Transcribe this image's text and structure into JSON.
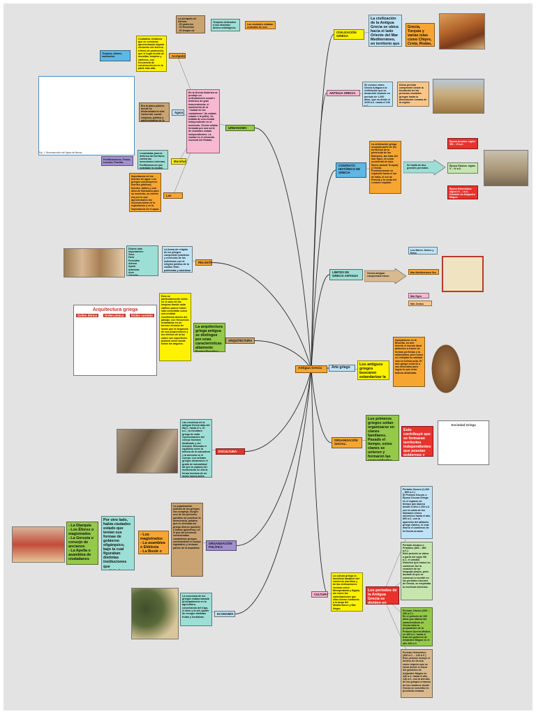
{
  "center": {
    "label": "Antigua Grecia"
  },
  "nodes": {
    "civilizacion": {
      "label": "CIVILIZACIÓN\nGRIEGA",
      "text": "La civilización de la Antigua Grecia se ubica hacia el lado Oriente del Mar Mediterráneo, en territorio que está ocupados hoy por:",
      "places": "Grecia, Turquía y varias islas como Chipre, Creta, Rodas, y Sicilia (Italia)."
    },
    "antigua": {
      "label": "ANTIGUA GRECIA",
      "text": "Se conoce como Grecia Antigua a la civilización que se desarrolló durante un periodo de 1.000 años, que va desde el 1100 a.C. hasta el 146 a.C.",
      "detail": "Dicho periodo comprende desde la fundación de las primeras ciudades griegas hasta la dominación romana de la región."
    },
    "contexto": {
      "label": "CONTEXTO\nHISTÓRICO DE\nGRECIA",
      "text": "La civilización griega ocupaba parte de los territorios de la península de los Balcanes, las islas del mar Egeo, la costa occidental de Asia Menor (actual Turquía) y Grecia. Posteriormente se expandió hacia el sur de Italia, el sur de Francia y la costa del Levante español.",
      "arrow": "Se habla de dos grandes periodos:",
      "arcaica": "Época Arcaica: siglos VIII – VI a.C.",
      "clasica": "Época Clásica: siglos V – IV a.C.",
      "helenistica": "Época Helenística: siglos IV – I a.C. Dominio de Alejandro Magno."
    },
    "limites": {
      "label": "LÍMITES DE\nGRECIA ANTIGUA",
      "arrow": "Grecia antigua comprendía estos:",
      "jonico": "Los Mares Jónico y Egeo",
      "medit": "Mar Mediterráneo Sur",
      "egeo": "Mar Egeo Este",
      "jonicoO": "Mar Jónico Oeste"
    },
    "arte": {
      "label": "Arte griego",
      "text": "Los antiguos griegos buscaron estandarizar la belleza ideal.",
      "detail": "Apoyándose en la filosofía, su arte intentó el mundo ideal platónico a través de formas perfectas y la matemática, pero estos no reflejaba la realidad sino la belleza pura. El arte griego recurrió a sus desnudos para lograr lo que sería belleza idealizada."
    },
    "organizacion": {
      "label": "ORGANIZACIÓN\nSOCIAL:",
      "text": "Los primeros griegos solían organizarse en clanes familiares. Pasado el tiempo, estos clanes se unieron y formaron las comunidades que se convirtieron en las ciudades estado. Las ciudades estado también eran ciudades de los vecinos.",
      "detail": "Esto contribuyó que se formaran territorios independientes que poseían gobiernos y leyes propias, denominados polis.",
      "diagram_title": "Sociedad Griega"
    },
    "cultura": {
      "label": "CULTURA",
      "text": "La cultura griega se benefició bastante del comercio marítimo y de las civilizaciones vecinas como Mesopotamia y Egipto, así como las colonizaciones que ellos fueron fundando a lo largo del Mediterráneo y Mar Negro.",
      "periodos": "Los periodos de la Antigua Grecia se dividen en cuatro grandes etapas.",
      "p1": "Periodo Oscuro (1.200 – 800 a.C.)\nEl Periodo Oscuro o Época Oscura Griega es el espacio de tiempo que abarcó desde el año 1.200 a.C. con la caída de los llamados reinos micénicos hasta el año 800 a.C. con la aparición del alfabeto griego clásico, lo cual marcó el comienzo de la Grecia arcaica.",
      "p2": "Periodo Arcaico o Primitivo (800 – 500 a.C.)\nEste período se ubica a partir del siglo VIII a.C. el cambio histórico que marcó su comienzo fue la creación de un lenguaje propio, pues durante la que se comenzó a escribir en los periodos oscuros de Grecia, se empleaba la escritura micénica.",
      "p3": "Periodo Clásico (500 – 336 a.C.)\nEn el período de 150 años que abarca las características de Grecia data la preparación de la Primera Guerra Médica en 490 a.C. hasta el final del gobierno de Alejandro Magno en el año 336 a.C.",
      "p4": "Periodo Helenístico (336 a.C. – 146 a.C.)\nEste periodo incluye el declive de Grecia como imperio que se inicia desde el inicio del gobierno de Alejandro Magno en 336 a.C. hasta el año 146 a.C. con la derrota de los griegos a manos de los romanos desde Grecia se convirtió en provincia romana."
    },
    "economia": {
      "label": "ECONOMÍA",
      "text": "La economía de los griegos estaba basada principalmente en la agricultura, cosechando del trigo, el olivo y la vid, aparte de recoger distintas frutas y hortalizas."
    },
    "politica": {
      "label": "ORGANIZACIÓN\nPOLÍTICA",
      "text": "La organización política de los griegos era compleja. Surgen uno de los primeros partidos de practicar la democracia, palabra que es derivada del griego dêmos (pueblo) y kratos (gobierno), en el que las personas consideradas ciudadanos griegos conformaban el cuerpo legislativo y lecturas partes de la asamblea.",
      "magis": "- Los magistrados\n- La asamblea o Ekklesia\n- La Boulé o consejo de los 500",
      "polis": "Por otro lado, había ciudades estado que tenían sus formas de gobierno oligárquico, bajo la cual figuraban distintas instituciones que participaban en el gobierno.",
      "list": "- La Diarquía\n- Los Éforos o magistrados\n- La Gerusía o consejo de ancianos\n- La Apella o asamblea de ciudadanos"
    },
    "escultura": {
      "label": "ESCULTURA GRIEGA",
      "text": "Las escultura de la antigua Grecia data del IIIa.C. hasta el s. XI a.C., la escultura griega de cada representación del cuerpo humano idealizado y del humano. Buscaba el equilibrio entre la belleza de la naturaleza y la armonía en el cuerpo. Los artistas griegos alcanzaron el grado de naturalidad tal que la captura del movimiento en ella la forma humana de un modo nunca antes visto y que se ha copiado hasta."
    },
    "arquitectura": {
      "label": "ARQUITECTURA",
      "text": "La arquitectura griega antigua se distingue por unas características altamente formalizadas, tanto en estructura como en decoración.",
      "side": "Esto se particularmente cierto en el caso de los templos donde cada edificio parece haber sido concebido como una entidad escultórica dentro del paisaje, con frecuencia levantados en un terreno elevado de modo que la elegancia de sus proporciones y los efectos de la luz sobre sus superficies pudiera verse desde todos los ángulos.",
      "poster_title": "Arquitectura griega",
      "poster_a": "Orden dórico",
      "poster_b": "Orden jónico",
      "poster_c": "Orden corintio"
    },
    "religion": {
      "label": "RELIGIÓN",
      "text": "La forma de religión de los griegos comprende prácticas y creencias de los individuos con la religión pública de la ciudad. Eran politeístas y adoraban a multitud de dioses y fuerzas asociadas a la naturaleza.",
      "gods": "Dioses más importantes:\nZeus\nHera\nPoseidón\nAtenea\nApolo\nArtemisa\nAres\nAfrodita"
    },
    "urbanismo": {
      "label": "URBANISMO GRIEGO",
      "text": "En la Grecia histórica se produjo un ordenamiento social e histórico de gran trascendencia: el nacimiento de la \"ciudad de los ciudadanos\" (la ciudad-estado o la polis). Se trataba de una ciudad independiente en el momento. Grecia estaba formada por una serie de ciudades estado independientes. La ciudad es el elemento esencial del Estado.",
      "top_a": "La acrópolis de Atenas:\n- El partenón\n- El Erecteión\n- El templo de Atenea",
      "top_b": "Templos dedicados a sus distintos dioses mitológicos.",
      "top_c": "Las ciudades estaban rodeadas de una muralla.",
      "acro": "Acrópolis",
      "acro_text": "Ciudadela, fortaleza que se construía aprovechando alguna elevación del terreno a fines de protección, que el lugar tendía de murallas, templos y edificios, con frecuencia de construcciones en la parte más alta.",
      "acro_left": "Templos, altares, santuarios.",
      "agora": "Ágora",
      "agora_text": "Era la plaza pública donde se desarrollaba la vida comercial, social, religiosa, política y administrativa de la ciudad.",
      "murallas": "Murallas",
      "murallas_text": "Levantadas para la defensa del territorio contra las incursiones externas. Fortificaciones que rodeaban la ciudad.",
      "murallas_left": "Fortificaciones, Fosos, Lienzos, Puertas",
      "fuentes": "Las fuentes",
      "fuentes_text": "Importancia de los fuentes de agua: Los griegos construyeron fuentes públicas, fuentes, baños y una obra de hidráulica para su sustento, su interés era por lo que aprovecharon los recursos tanto en la explotación y en la importancia de el agua.",
      "plan_caption": "Fig. 1. Reconstrucción del Ágora de Atenas"
    }
  },
  "colors": {
    "line": "#2b2b2b",
    "background": "#e3e3e3"
  }
}
